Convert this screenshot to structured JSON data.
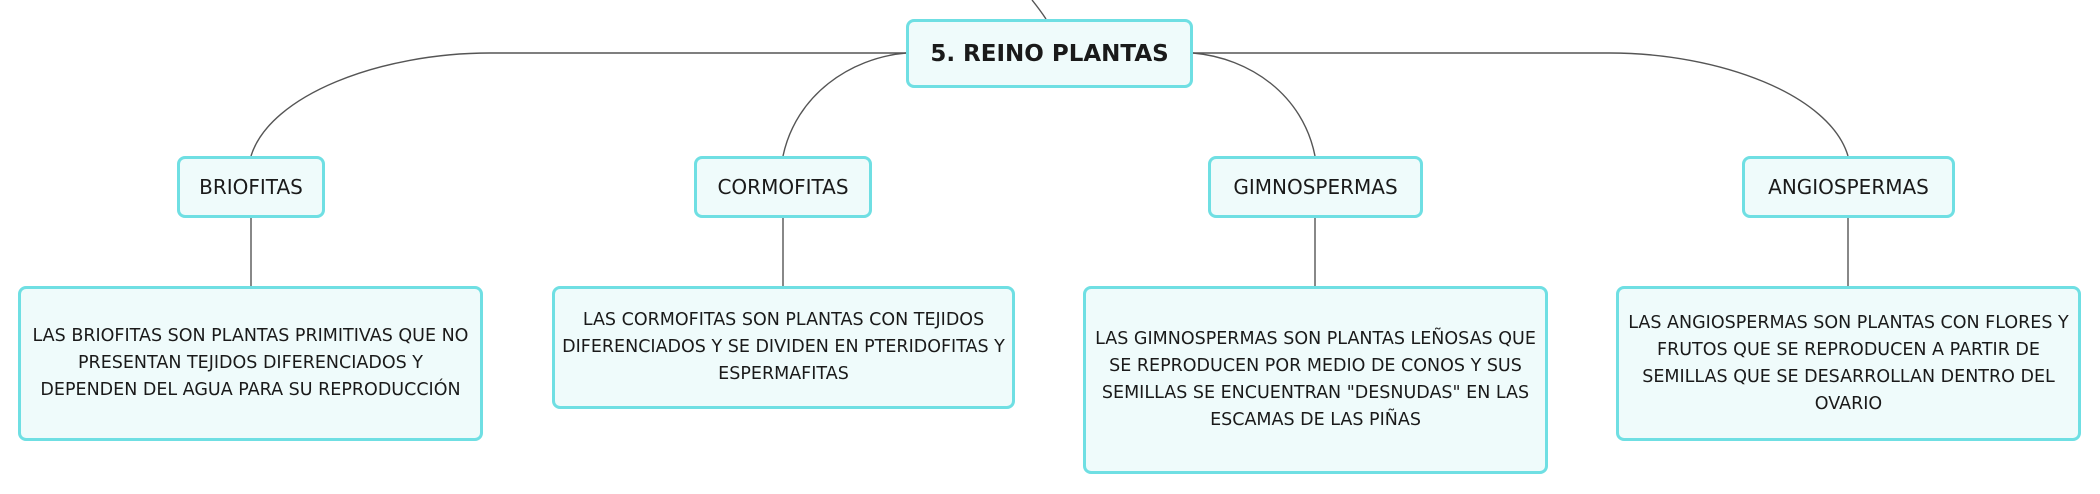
{
  "root": {
    "title": "5. REINO PLANTAS"
  },
  "branches": [
    {
      "label": "BRIOFITAS",
      "description": "LAS BRIOFITAS SON PLANTAS PRIMITIVAS QUE NO PRESENTAN TEJIDOS DIFERENCIADOS Y DEPENDEN DEL AGUA PARA SU REPRODUCCIÓN"
    },
    {
      "label": "CORMOFITAS",
      "description": "LAS CORMOFITAS SON PLANTAS CON TEJIDOS DIFERENCIADOS Y SE DIVIDEN EN PTERIDOFITAS Y ESPERMAFITAS"
    },
    {
      "label": "GIMNOSPERMAS",
      "description": "LAS GIMNOSPERMAS SON PLANTAS LEÑOSAS QUE SE REPRODUCEN POR MEDIO DE CONOS Y SUS SEMILLAS SE ENCUENTRAN \"DESNUDAS\" EN LAS ESCAMAS DE LAS PIÑAS"
    },
    {
      "label": "ANGIOSPERMAS",
      "description": "LAS ANGIOSPERMAS SON PLANTAS CON FLORES Y FRUTOS QUE SE REPRODUCEN A PARTIR DE SEMILLAS QUE SE DESARROLLAN DENTRO DEL OVARIO"
    }
  ],
  "colors": {
    "node_border": "#6fdfe3",
    "node_fill": "#effbfb",
    "connector": "#555555"
  }
}
